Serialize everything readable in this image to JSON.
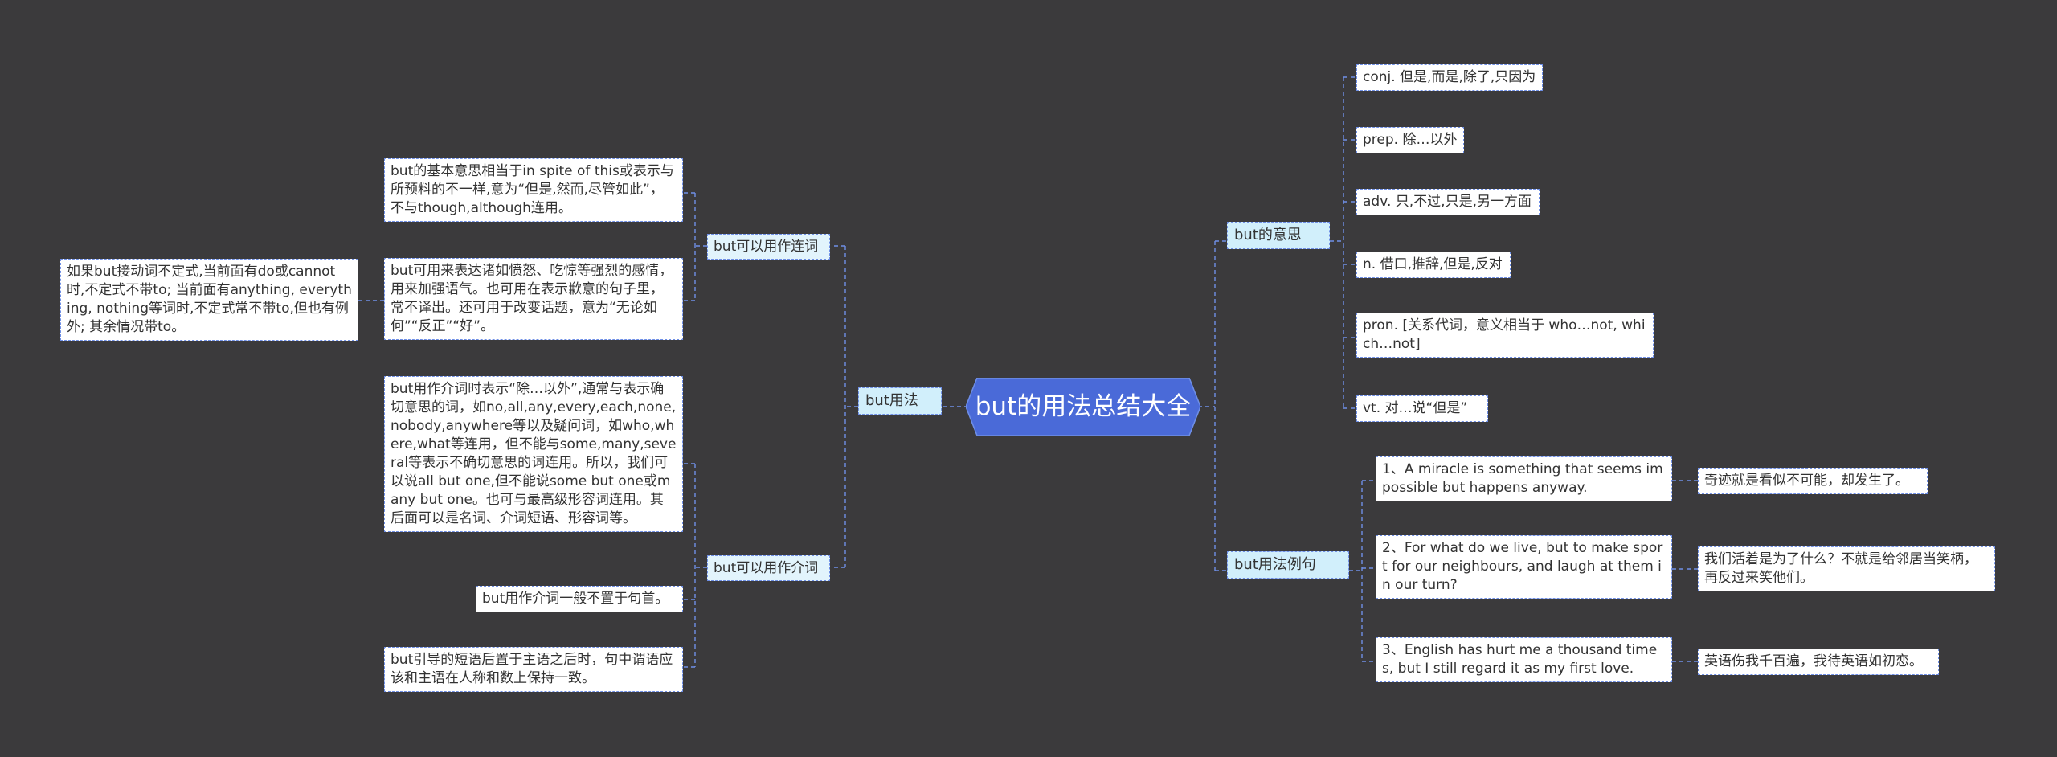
{
  "root": {
    "title": "but的用法总结大全"
  },
  "usage": {
    "label": "but用法",
    "conj": {
      "label": "but可以用作连词",
      "items": [
        "but的基本意思相当于in spite of this或表示与所预料的不一样,意为“但是,然而,尽管如此”，不与though,although连用。",
        "but可用来表达诸如愤怒、吃惊等强烈的感情，用来加强语气。也可用在表示歉意的句子里，常不译出。还可用于改变话题，意为“无论如何”“反正”“好”。"
      ],
      "infinitive_note": "如果but接动词不定式,当前面有do或cannot时,不定式不带to; 当前面有anything, everything, nothing等词时,不定式常不带to,但也有例外; 其余情况带to。"
    },
    "prep": {
      "label": "but可以用作介词",
      "items": [
        "but用作介词时表示“除…以外”,通常与表示确切意思的词，如no,all,any,every,each,none,nobody,anywhere等以及疑问词，如who,where,what等连用，但不能与some,many,several等表示不确切意思的词连用。所以，我们可以说all but one,但不能说some but one或many but one。也可与最高级形容词连用。其后面可以是名词、介词短语、形容词等。",
        "but用作介词一般不置于句首。",
        "but引导的短语后置于主语之后时，句中谓语应该和主语在人称和数上保持一致。"
      ]
    }
  },
  "meaning": {
    "label": "but的意思",
    "items": [
      "conj. 但是,而是,除了,只因为",
      "prep. 除…以外",
      "adv. 只,不过,只是,另一方面",
      "n. 借口,推辞,但是,反对",
      "pron. [关系代词，意义相当于 who…not, which…not]",
      "vt. 对…说“但是”"
    ]
  },
  "examples": {
    "label": "but用法例句",
    "items": [
      {
        "en": "1、A miracle is something that seems impossible but happens anyway.",
        "zh": "奇迹就是看似不可能，却发生了。"
      },
      {
        "en": "2、For what do we live, but to make sport for our neighbours, and laugh at them in our turn?",
        "zh": "我们活着是为了什么？不就是给邻居当笑柄，再反过来笑他们。"
      },
      {
        "en": "3、English has hurt me a thousand times, but I still regard it as my first love.",
        "zh": "英语伤我千百遍，我待英语如初恋。"
      }
    ]
  },
  "colors": {
    "background": "#3b3a3c",
    "root_fill": "#4a6ad8",
    "branch_fill": "#d1effb",
    "border": "#6f8fe6",
    "connector": "#6f8fe6"
  }
}
